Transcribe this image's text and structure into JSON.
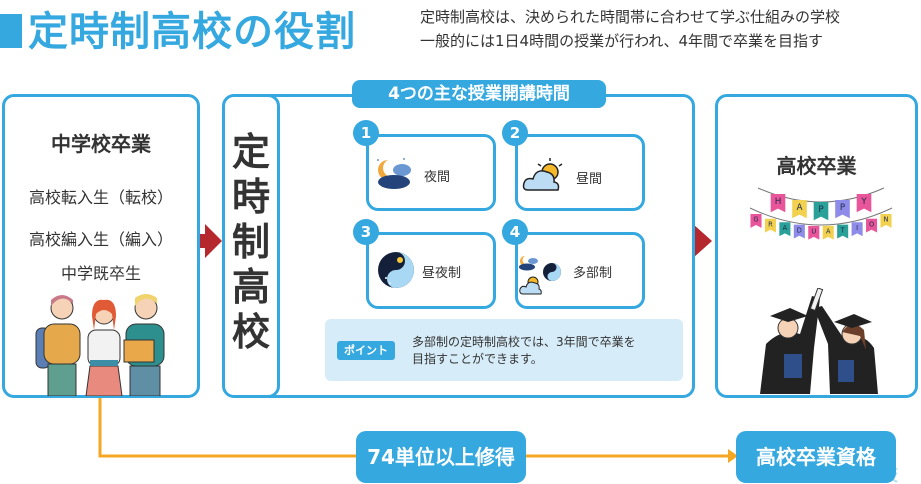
{
  "header": {
    "title": "定時制高校の役割",
    "subtitle_lines": [
      "定時制高校は、決められた時間帯に合わせて学ぶ仕組みの学校",
      "一般的には1日4時間の授業が行われ、4年間で卒業を目指す"
    ]
  },
  "colors": {
    "accent": "#35a8e0",
    "arrow_red": "#b5282e",
    "flow_orange": "#f5a623",
    "point_bg": "#d6ecf8",
    "text": "#333333"
  },
  "left_panel": {
    "heading": "中学校卒業",
    "items": [
      "高校転入生（転校）",
      "高校編入生（編入）",
      "中学既卒生"
    ],
    "illustration": "students-illustration"
  },
  "center_panel": {
    "vertical_label": [
      "定",
      "時",
      "制",
      "高",
      "校"
    ],
    "section_title": "4つの主な授業開講時間",
    "cards": [
      {
        "number": "1",
        "label": "夜間",
        "icon": "night-moon-cloud-icon"
      },
      {
        "number": "2",
        "label": "昼間",
        "icon": "day-sun-cloud-icon"
      },
      {
        "number": "3",
        "label": "昼夜制",
        "icon": "day-night-yin-yang-icon"
      },
      {
        "number": "4",
        "label": "多部制",
        "icon": "multi-part-icons"
      }
    ],
    "point": {
      "badge": "ポイント",
      "text_lines": [
        "多部制の定時制高校では、3年間で卒業を",
        "目指すことができます。"
      ]
    }
  },
  "right_panel": {
    "heading": "高校卒業",
    "banner_line1": "HAPPY",
    "banner_line2": "GRADUATION",
    "illustration": "graduates-illustration"
  },
  "bottom_flow": {
    "credits_label": "74単位以上修得",
    "qualification_label": "高校卒業資格"
  },
  "watermark": "校"
}
